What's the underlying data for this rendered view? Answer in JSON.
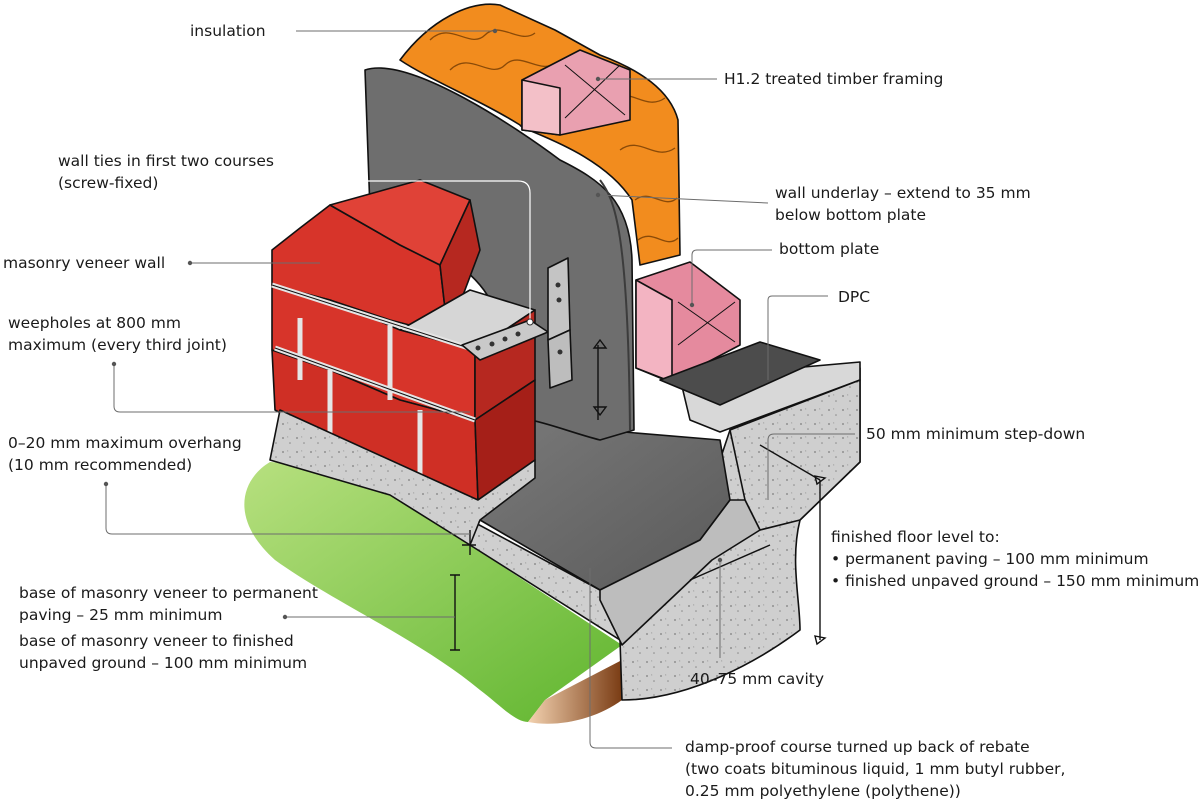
{
  "labels": {
    "insulation": "insulation",
    "timber_framing": "H1.2 treated timber framing",
    "wall_ties": [
      "wall ties in first two courses",
      "(screw-fixed)"
    ],
    "wall_underlay": [
      "wall underlay – extend to 35 mm",
      "below bottom plate"
    ],
    "bottom_plate": "bottom plate",
    "masonry_veneer": "masonry veneer wall",
    "dpc": "DPC",
    "weepholes": [
      "weepholes at 800 mm",
      "maximum (every third joint)"
    ],
    "overhang": [
      "0–20 mm maximum overhang",
      "(10 mm recommended)"
    ],
    "step_down": "50 mm minimum step-down",
    "finished_floor": [
      "finished floor level to:",
      "• permanent paving – 100 mm minimum",
      "• finished unpaved ground – 150 mm minimum"
    ],
    "base_paving": [
      "base of masonry veneer to permanent",
      "paving – 25 mm minimum"
    ],
    "base_unpaved": [
      "base of masonry veneer to finished",
      "unpaved ground – 100 mm minimum"
    ],
    "cavity": "40–75 mm cavity",
    "damp_proof": [
      "damp-proof course turned up back of rebate",
      "(two coats bituminous liquid, 1 mm butyl rubber,",
      "0.25 mm polyethylene (polythene))"
    ]
  },
  "colors": {
    "brick": "#d7342a",
    "brick_dark": "#a51f18",
    "mortar": "#cfcfcf",
    "concrete": "#c9c9c9",
    "membrane": "#6f6f6f",
    "insulation": "#f28c1e",
    "timber": "#e58a9e",
    "grass": "#7cc242",
    "soil": "#8a4b1f"
  }
}
